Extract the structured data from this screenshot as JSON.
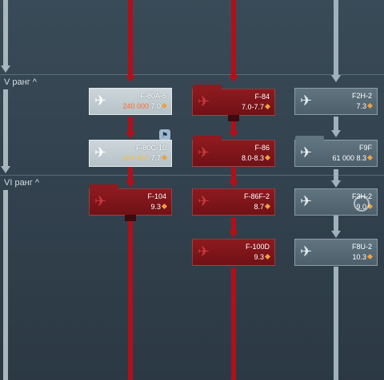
{
  "ranks": [
    {
      "label": "V ранг ^"
    },
    {
      "label": "VI ранг ^"
    }
  ],
  "vehicles": {
    "f80a5": {
      "name": "F-80A-5",
      "price": "240 000",
      "br": "7.0",
      "icon": "jet-plane-icon"
    },
    "f80c10": {
      "name": "F-80C-10",
      "price": "304 497",
      "br": "7.7",
      "icon": "jet-plane-icon"
    },
    "f84": {
      "name": "F-84",
      "br": "7.0-7.7",
      "icon": "jet-plane-icon"
    },
    "f86": {
      "name": "F-86",
      "br": "8.0-8.3",
      "icon": "jet-plane-icon"
    },
    "f2h2": {
      "name": "F2H-2",
      "br": "7.3",
      "icon": "jet-plane-icon"
    },
    "f9f": {
      "name": "F9F",
      "price": "61 000",
      "br": "8.3",
      "icon": "jet-plane-icon"
    },
    "f104": {
      "name": "F-104",
      "br": "9.3",
      "icon": "jet-plane-icon"
    },
    "f86f2": {
      "name": "F-86F-2",
      "br": "8.7",
      "icon": "jet-plane-icon"
    },
    "f3h2": {
      "name": "F3H-2",
      "br": "9.0",
      "icon": "jet-plane-icon"
    },
    "f100d": {
      "name": "F-100D",
      "br": "9.3",
      "icon": "jet-plane-icon"
    },
    "f8u2": {
      "name": "F8U-2",
      "br": "10.3",
      "icon": "jet-plane-icon"
    }
  },
  "colors": {
    "researched": "#8d1a1f",
    "line_red": "#b0101a",
    "locked": "#617581",
    "line_grey": "#9fb1ba"
  }
}
